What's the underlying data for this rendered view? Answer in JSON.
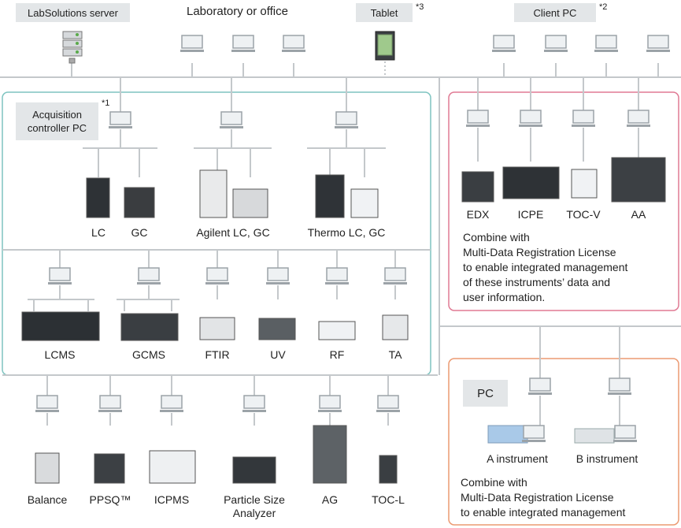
{
  "colors": {
    "line": "#c4c8cb",
    "panel_teal": "#7ec4c0",
    "panel_pink": "#e07a94",
    "panel_orange": "#ec9a72",
    "tag_bg": "#e3e6e8",
    "pc_frame": "#9ca3a8",
    "pc_screen": "#eef1f3",
    "instrument_blue": "#a9c9e8"
  },
  "header": {
    "server_tag": "LabSolutions server",
    "center_title": "Laboratory or office",
    "tablet_tag": "Tablet",
    "tablet_note": "*3",
    "client_tag": "Client PC",
    "client_note": "*2"
  },
  "acquisition": {
    "tag_line1": "Acquisition",
    "tag_line2": "controller PC",
    "note": "*1"
  },
  "row1": [
    "LC",
    "GC",
    "Agilent LC, GC",
    "Thermo LC, GC"
  ],
  "row2": [
    "LCMS",
    "GCMS",
    "FTIR",
    "UV",
    "RF",
    "TA"
  ],
  "row3": [
    "Balance",
    "PPSQ™",
    "ICPMS",
    "Particle Size",
    "Analyzer",
    "AG",
    "TOC-L"
  ],
  "multi_panel": {
    "instruments": [
      "EDX",
      "ICPE",
      "TOC-V",
      "AA"
    ],
    "description": [
      "Combine with",
      "Multi-Data Registration License",
      "to enable integrated management",
      "of these instruments’ data  and",
      "user information."
    ]
  },
  "pc_panel": {
    "tag": "PC",
    "instruments": [
      "A instrument",
      "B instrument"
    ],
    "description": [
      "Combine with",
      "Multi-Data Registration License",
      "to enable integrated management"
    ]
  },
  "icons": {
    "computer": "desktop-pc-icon",
    "server": "server-rack-icon",
    "tablet": "tablet-icon"
  }
}
